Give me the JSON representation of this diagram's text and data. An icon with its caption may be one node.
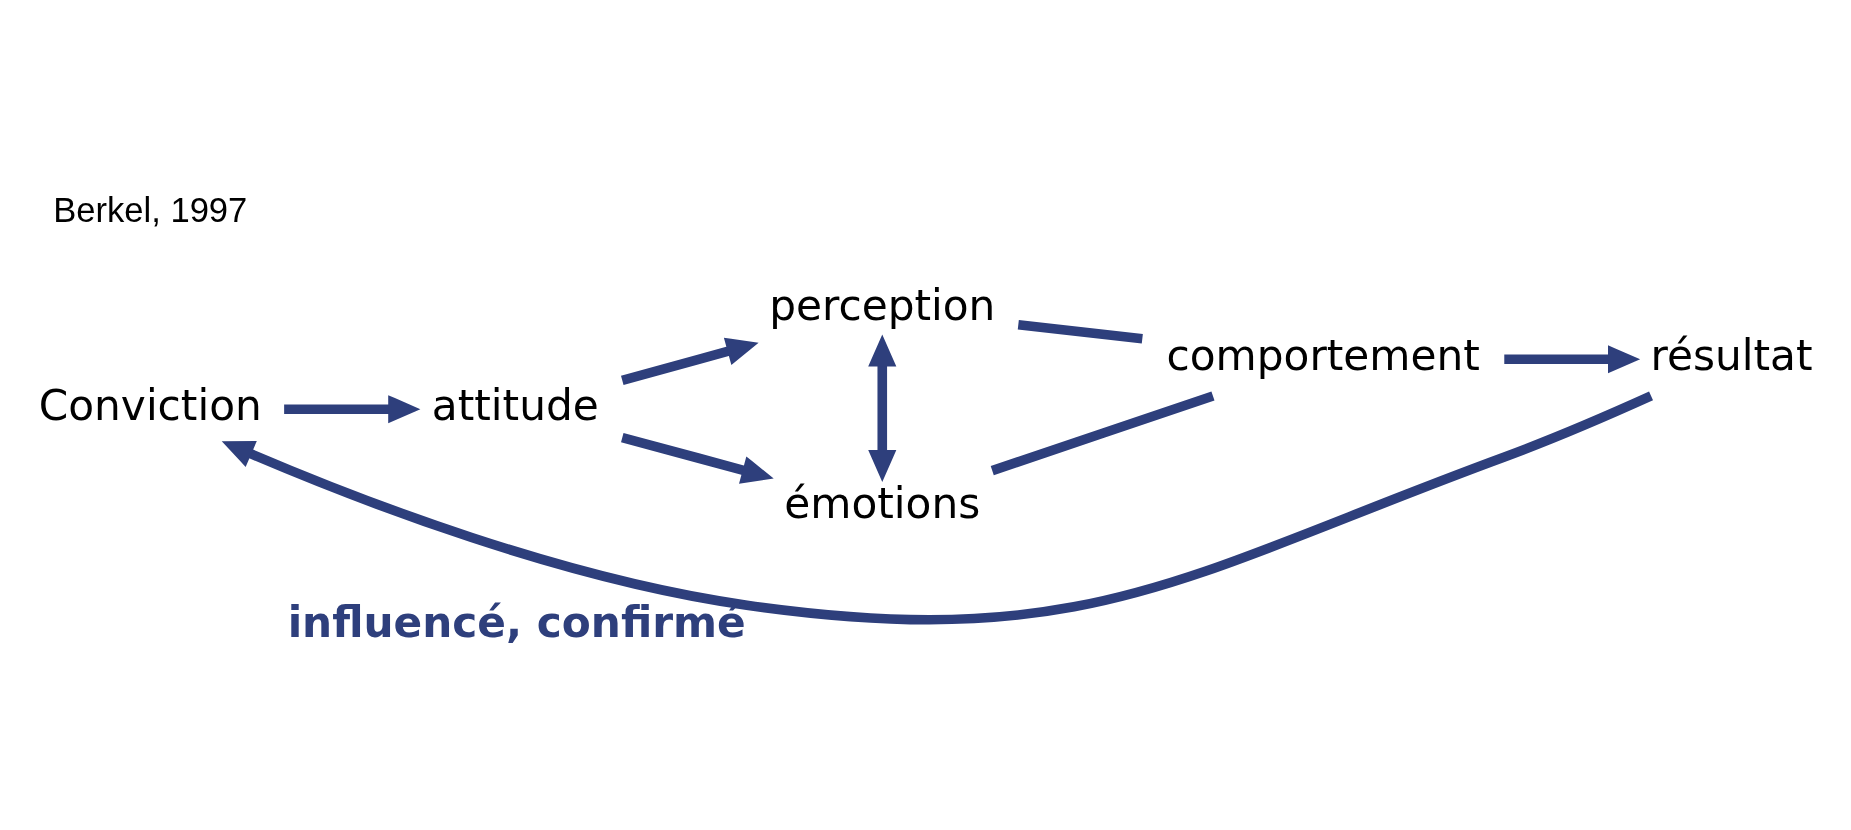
{
  "diagram": {
    "nodes": [
      {
        "text": [
          "Conviction"
        ]
      },
      {
        "text": [
          "attitude"
        ]
      },
      {
        "text": [
          "perception"
        ]
      },
      {
        "text": [
          "émotions"
        ]
      },
      {
        "text": [
          "comportement"
        ]
      },
      {
        "text": [
          "résultat"
        ]
      }
    ],
    "edges": [
      {
        "from": 0,
        "to": 1,
        "arrow": "to"
      },
      {
        "from": 1,
        "to": 2,
        "arrow": "to"
      },
      {
        "from": 1,
        "to": 3,
        "arrow": "to"
      },
      {
        "from": 2,
        "to": 3,
        "arrow": "both"
      },
      {
        "from": 2,
        "to": 4,
        "arrow": "none"
      },
      {
        "from": 3,
        "to": 4,
        "arrow": "none"
      },
      {
        "from": 4,
        "to": 5,
        "arrow": "to"
      },
      {
        "from": 5,
        "to": 0,
        "arrow": "to",
        "label": "influencé, confirmé"
      }
    ],
    "labels": [
      "Berkel, 1997"
    ]
  }
}
